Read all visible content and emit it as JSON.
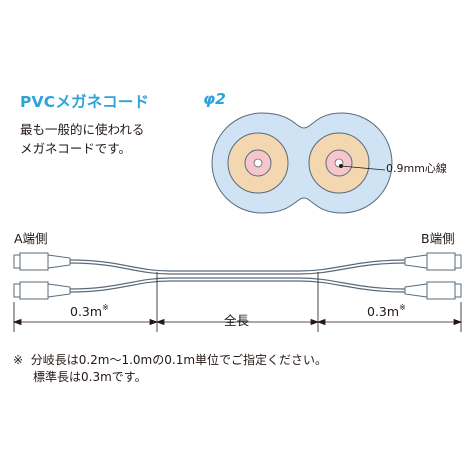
{
  "header": {
    "title": "PVCメガネコード",
    "diameter": "φ2"
  },
  "description": {
    "line1": "最も一般的に使われる",
    "line2": "メガネコードです。"
  },
  "cross_section": {
    "core_label": "0.9mm心線",
    "colors": {
      "jacket": "#cfe3f4",
      "buffer": "#f2d7b0",
      "core": "#f6c6cc"
    }
  },
  "cable_diagram": {
    "end_a_label": "A端側",
    "end_b_label": "B端側",
    "left_length": "0.3m",
    "right_length": "0.3m",
    "length_mark": "※",
    "total_label": "全長"
  },
  "note": {
    "mark": "※",
    "line1": "分岐長は0.2m～1.0mの0.1m単位でご指定ください。",
    "line2": "標準長は0.3mです。"
  }
}
